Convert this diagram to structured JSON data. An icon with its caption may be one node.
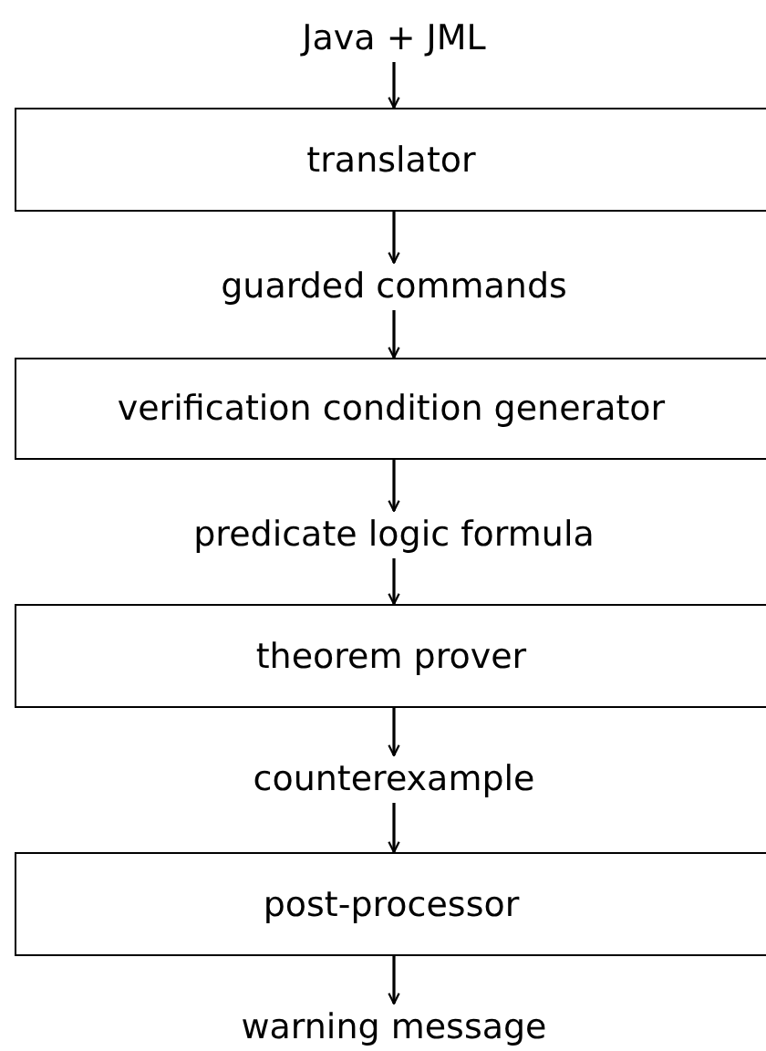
{
  "diagram": {
    "nodes": [
      {
        "text": [
          "Java + JML"
        ]
      },
      {
        "text": [
          "translator"
        ]
      },
      {
        "text": [
          "guarded commands"
        ]
      },
      {
        "text": [
          "verification condition generator"
        ]
      },
      {
        "text": [
          "predicate logic formula"
        ]
      },
      {
        "text": [
          "theorem prover"
        ]
      },
      {
        "text": [
          "counterexample"
        ]
      },
      {
        "text": [
          "post-processor"
        ]
      },
      {
        "text": [
          "warning message"
        ]
      }
    ],
    "edges": [
      {
        "from": 0,
        "to": 1,
        "arrow": "to"
      },
      {
        "from": 1,
        "to": 2,
        "arrow": "to"
      },
      {
        "from": 2,
        "to": 3,
        "arrow": "to"
      },
      {
        "from": 3,
        "to": 4,
        "arrow": "to"
      },
      {
        "from": 4,
        "to": 5,
        "arrow": "to"
      },
      {
        "from": 5,
        "to": 6,
        "arrow": "to"
      },
      {
        "from": 6,
        "to": 7,
        "arrow": "to"
      },
      {
        "from": 7,
        "to": 8,
        "arrow": "to"
      }
    ]
  }
}
